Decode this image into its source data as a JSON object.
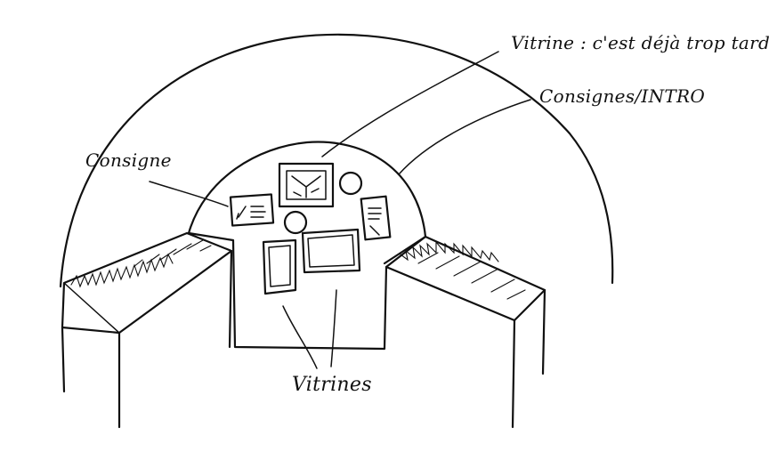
{
  "labels": {
    "vitrine_top": "Vitrine : c'est déjà trop tard",
    "consignes_intro": "Consignes/INTRO",
    "consigne": "Consigne",
    "vitrines": "Vitrines"
  }
}
